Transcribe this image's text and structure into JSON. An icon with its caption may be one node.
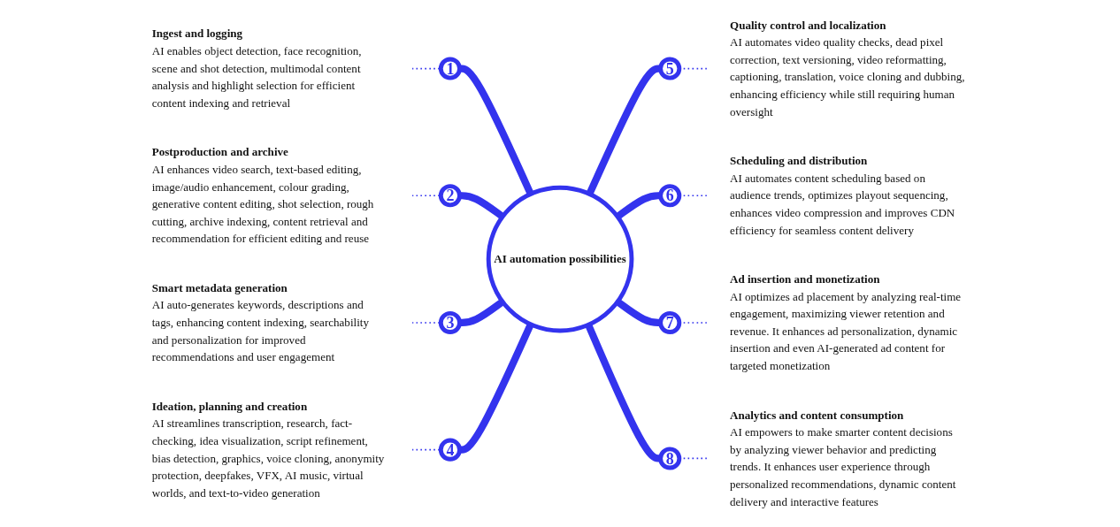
{
  "diagram": {
    "nodes": [
      {
        "text": [
          "AI automation possibilities"
        ]
      },
      {
        "text": [
          "1"
        ]
      },
      {
        "text": [
          "2"
        ]
      },
      {
        "text": [
          "3"
        ]
      },
      {
        "text": [
          "4"
        ]
      },
      {
        "text": [
          "5"
        ]
      },
      {
        "text": [
          "6"
        ]
      },
      {
        "text": [
          "7"
        ]
      },
      {
        "text": [
          "8"
        ]
      },
      {
        "text": [
          "Ingest and logging",
          "AI enables object detection, face recognition, scene and shot detection, multimodal content analysis and highlight selection for efficient content indexing and retrieval"
        ]
      },
      {
        "text": [
          "Postproduction and archive",
          "AI enhances video search, text-based editing, image/audio enhancement, colour grading, generative content editing, shot selection, rough cutting, archive indexing, content retrieval and recommendation for efficient editing and reuse"
        ]
      },
      {
        "text": [
          "Smart metadata generation",
          "AI auto-generates keywords, descriptions and tags, enhancing content indexing, searchability and personalization for improved recommendations and user engagement"
        ]
      },
      {
        "text": [
          "Ideation, planning and creation",
          "AI streamlines transcription, research, fact-checking, idea visualization, script refinement, bias detection, graphics, voice cloning, anonymity protection, deepfakes, VFX, AI music, virtual worlds, and text-to-video generation"
        ]
      },
      {
        "text": [
          "Quality control and localization",
          "AI automates video quality checks, dead pixel correction, text versioning, video reformatting, captioning, translation, voice cloning and dubbing, enhancing efficiency while still requiring human oversight"
        ]
      },
      {
        "text": [
          "Scheduling and distribution",
          "AI automates content scheduling based on audience trends, optimizes playout sequencing, enhances video compression and improves CDN efficiency for seamless content delivery"
        ]
      },
      {
        "text": [
          "Ad insertion and monetization",
          "AI optimizes ad placement by analyzing real-time engagement, maximizing viewer retention and revenue. It enhances ad personalization, dynamic insertion and even AI-generated ad content for targeted monetization"
        ]
      },
      {
        "text": [
          "Analytics and content consumption",
          "AI empowers to make smarter content decisions by analyzing viewer behavior and predicting trends. It enhances user experience through personalized recommendations, dynamic content delivery and interactive features"
        ]
      }
    ],
    "edges": [
      {
        "from": 1,
        "to": 0,
        "arrow": "none",
        "style": "thick"
      },
      {
        "from": 2,
        "to": 0,
        "arrow": "none",
        "style": "thick"
      },
      {
        "from": 3,
        "to": 0,
        "arrow": "none",
        "style": "thick"
      },
      {
        "from": 4,
        "to": 0,
        "arrow": "none",
        "style": "thick"
      },
      {
        "from": 0,
        "to": 5,
        "arrow": "none",
        "style": "thick"
      },
      {
        "from": 0,
        "to": 6,
        "arrow": "none",
        "style": "thick"
      },
      {
        "from": 0,
        "to": 7,
        "arrow": "none",
        "style": "thick"
      },
      {
        "from": 0,
        "to": 8,
        "arrow": "none",
        "style": "thick"
      },
      {
        "from": 9,
        "to": 1,
        "arrow": "none",
        "style": "dashed"
      },
      {
        "from": 10,
        "to": 2,
        "arrow": "none",
        "style": "dashed"
      },
      {
        "from": 11,
        "to": 3,
        "arrow": "none",
        "style": "dashed"
      },
      {
        "from": 12,
        "to": 4,
        "arrow": "none",
        "style": "dashed"
      },
      {
        "from": 5,
        "to": 13,
        "arrow": "none",
        "style": "dashed"
      },
      {
        "from": 6,
        "to": 14,
        "arrow": "none",
        "style": "dashed"
      },
      {
        "from": 7,
        "to": 15,
        "arrow": "none",
        "style": "dashed"
      },
      {
        "from": 8,
        "to": 16,
        "arrow": "none",
        "style": "dashed"
      }
    ]
  }
}
